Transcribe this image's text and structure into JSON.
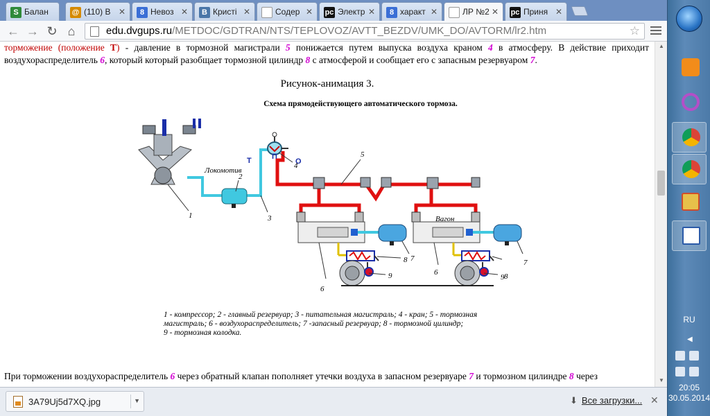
{
  "browser": {
    "tabs": [
      {
        "label": "Балан",
        "icon": "S",
        "icon_color": "#2f8a3a"
      },
      {
        "label": "(110) В",
        "icon": "@",
        "icon_color": "#d68a00"
      },
      {
        "label": "Невоз",
        "icon": "8",
        "icon_color": "#3b6fd6"
      },
      {
        "label": "Кристі",
        "icon": "B",
        "icon_color": "#4a76a8"
      },
      {
        "label": "Содер",
        "icon": "",
        "icon_color": "#ffffff"
      },
      {
        "label": "Электр",
        "icon": "pc",
        "icon_color": "#111111"
      },
      {
        "label": "характ",
        "icon": "8",
        "icon_color": "#3b6fd6"
      },
      {
        "label": "ЛР №2",
        "icon": "",
        "icon_color": "#ffffff"
      },
      {
        "label": "Приня",
        "icon": "pc",
        "icon_color": "#111111"
      }
    ],
    "url_host": "edu.dvgups.ru",
    "url_path": "/METDOC/GDTRAN/NTS/TEPLOVOZ/AVTT_BEZDV/UMK_DO/AVTORM/lr2.htm"
  },
  "page": {
    "top_para": {
      "term": "торможение (положение ",
      "term_letter": "Т",
      "term_close": ")",
      "t1": " - давление в тормозной магистрали ",
      "n1": "5",
      "t2": " понижается путем выпуска воздуха краном ",
      "n2": "4",
      "t3": " в атмосферу. В действие приходит воздухораспределитель ",
      "n3": "6",
      "t4": ", который который разобщает тормозной цилиндр ",
      "n4": "8",
      "t5": " с атмосферой и сообщает его с запасным резервуаром ",
      "n5": "7",
      "t6": "."
    },
    "figure_caption": "Рисунок-анимация 3.",
    "scheme_title": "Схема прямодействующего автоматического тормоза.",
    "diagram_labels": {
      "locomotive": "Локомотив",
      "wagon": "Вагон",
      "pos_t": "Т",
      "pos_p": "П",
      "pos_o": "О",
      "n1": "1",
      "n2": "2",
      "n3": "3",
      "n4": "4",
      "n5": "5",
      "n6a": "6",
      "n6b": "6",
      "n7a": "7",
      "n7b": "7",
      "n8a": "8",
      "n8b": "8",
      "n9a": "9",
      "n9b": "9"
    },
    "legend": [
      "1 - компрессор; 2 - главный резервуар; 3 - питательная магистраль; 4 - кран; 5 - тормозная",
      "магистраль; 6 - воздухораспределитель; 7 -запасный резервуар; 8 - тормозной цилиндр;",
      " 9 - тормозная колодка."
    ],
    "bottom_para": {
      "t1": "При торможении воздухораспределитель ",
      "n1": "6",
      "t2": " через обратный клапан пополняет утечки воздуха в запасном резервуаре ",
      "n2": "7",
      "t3": " и тормозном цилиндре ",
      "n3": "8",
      "t4": " через"
    }
  },
  "download_shelf": {
    "file_name": "3A79Uj5d7XQ.jpg",
    "all_downloads": "Все загрузки..."
  },
  "taskbar": {
    "language": "RU",
    "time": "20:05",
    "date": "30.05.2014"
  },
  "colors": {
    "brake_line": "#e01010",
    "feed_line": "#40c8e0",
    "highlight_number": "#d100d1",
    "heading_red": "#c00000"
  }
}
